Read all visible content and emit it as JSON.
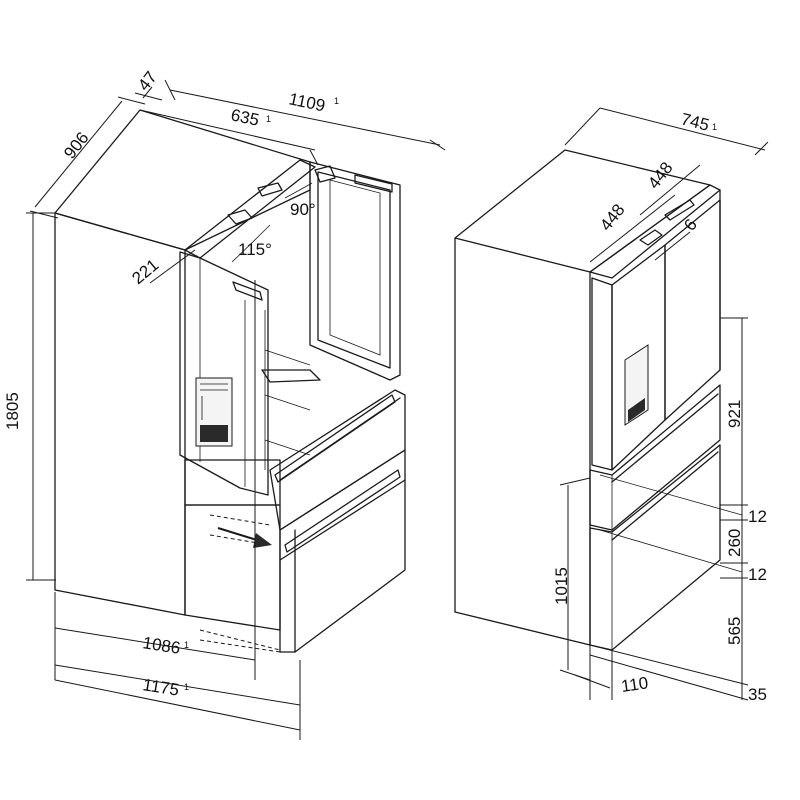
{
  "dimensions": {
    "left_view": {
      "depth_main": "906",
      "door_thickness": "47",
      "width_open_total": "1109",
      "width_door_open": "635",
      "door_depth_open": "221",
      "angle_right_door": "90°",
      "angle_left_door": "115°",
      "height_total": "1805",
      "depth_drawer_open": "1086",
      "depth_drawer_total": "1175",
      "superscript": "1"
    },
    "right_view": {
      "depth_total": "745",
      "door_width_left": "448",
      "door_width_right": "448",
      "door_gap": "6",
      "height_upper": "921",
      "gap_upper": "12",
      "height_middle": "260",
      "gap_lower": "12",
      "height_lower": "565",
      "height_floor": "35",
      "height_handle": "1015",
      "depth_side": "110",
      "superscript": "1"
    }
  },
  "colors": {
    "line": "#1a1a1a",
    "background": "#ffffff",
    "text": "#111111"
  },
  "icons": {
    "drawer_arrow": "arrow-right-icon"
  }
}
